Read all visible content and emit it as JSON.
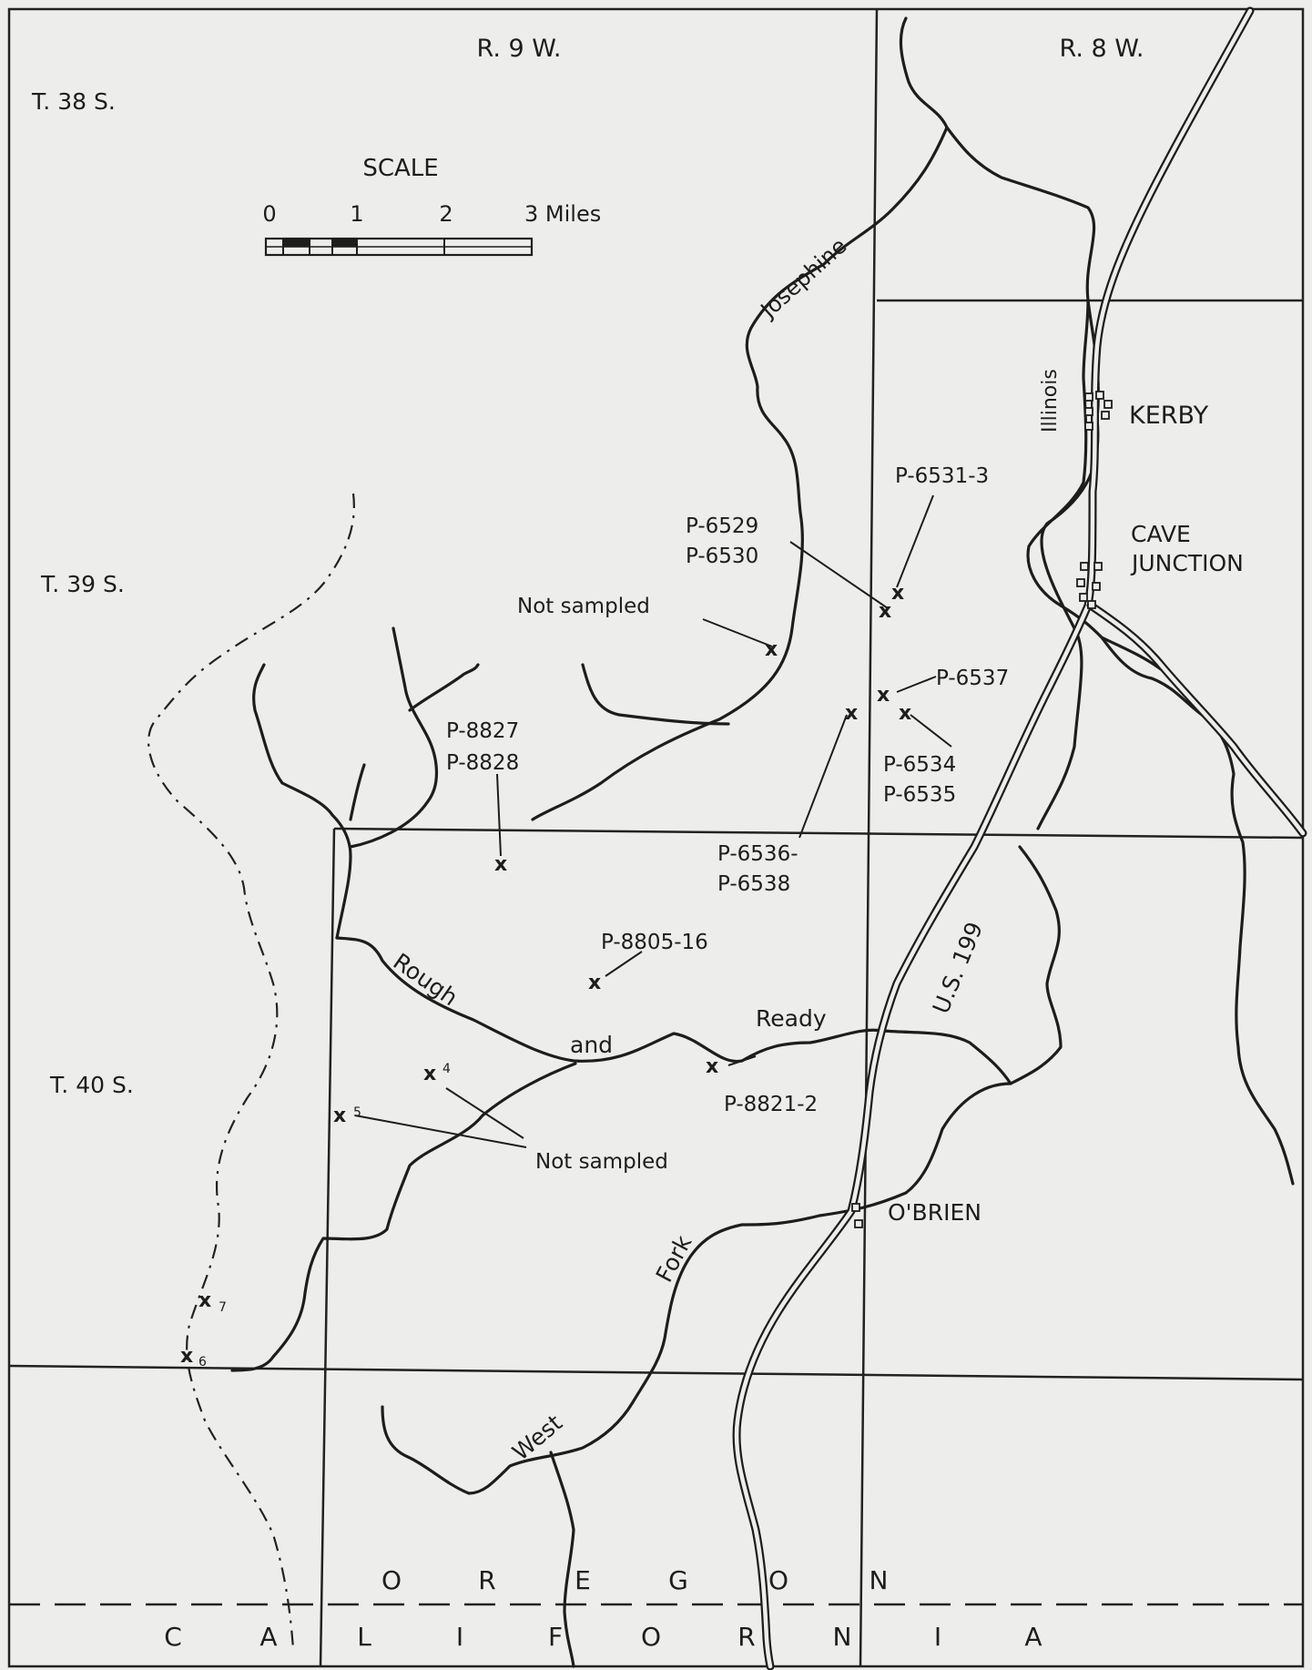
{
  "map": {
    "ranges": [
      "R. 9 W.",
      "R. 8 W."
    ],
    "townships": [
      "T. 38 S.",
      "T. 39 S.",
      "T. 40 S."
    ],
    "scale": {
      "title": "SCALE",
      "ticks": [
        "0",
        "1",
        "2",
        "3 Miles"
      ]
    },
    "rivers": {
      "josephine": "Josephine",
      "illinois": "Illinois",
      "rough": "Rough",
      "and": "and",
      "ready": "Ready",
      "west": "West",
      "fork": "Fork"
    },
    "highway": "U.S. 199",
    "towns": {
      "kerby": "KERBY",
      "cave_line1": "CAVE",
      "cave_line2": "JUNCTION",
      "obrien": "O'BRIEN"
    },
    "samples": {
      "p6531": "P-6531-3",
      "p6529": "P-6529",
      "p6530": "P-6530",
      "not_sampled_1": "Not sampled",
      "p6537": "P-6537",
      "p6534": "P-6534",
      "p6535": "P-6535",
      "p8827": "P-8827",
      "p8828": "P-8828",
      "p6536a": "P-6536-",
      "p6536b": "P-6538",
      "p8805": "P-8805-16",
      "p8821": "P-8821-2",
      "not_sampled_2": "Not sampled"
    },
    "sample_marks": {
      "mark": "x",
      "n4": "4",
      "n5": "5",
      "n7": "7",
      "n6": "6"
    },
    "state_upper": [
      "O",
      "R",
      "E",
      "G",
      "O",
      "N"
    ],
    "state_lower": [
      "C",
      "A",
      "L",
      "I",
      "F",
      "O",
      "R",
      "N",
      "I",
      "A"
    ]
  }
}
